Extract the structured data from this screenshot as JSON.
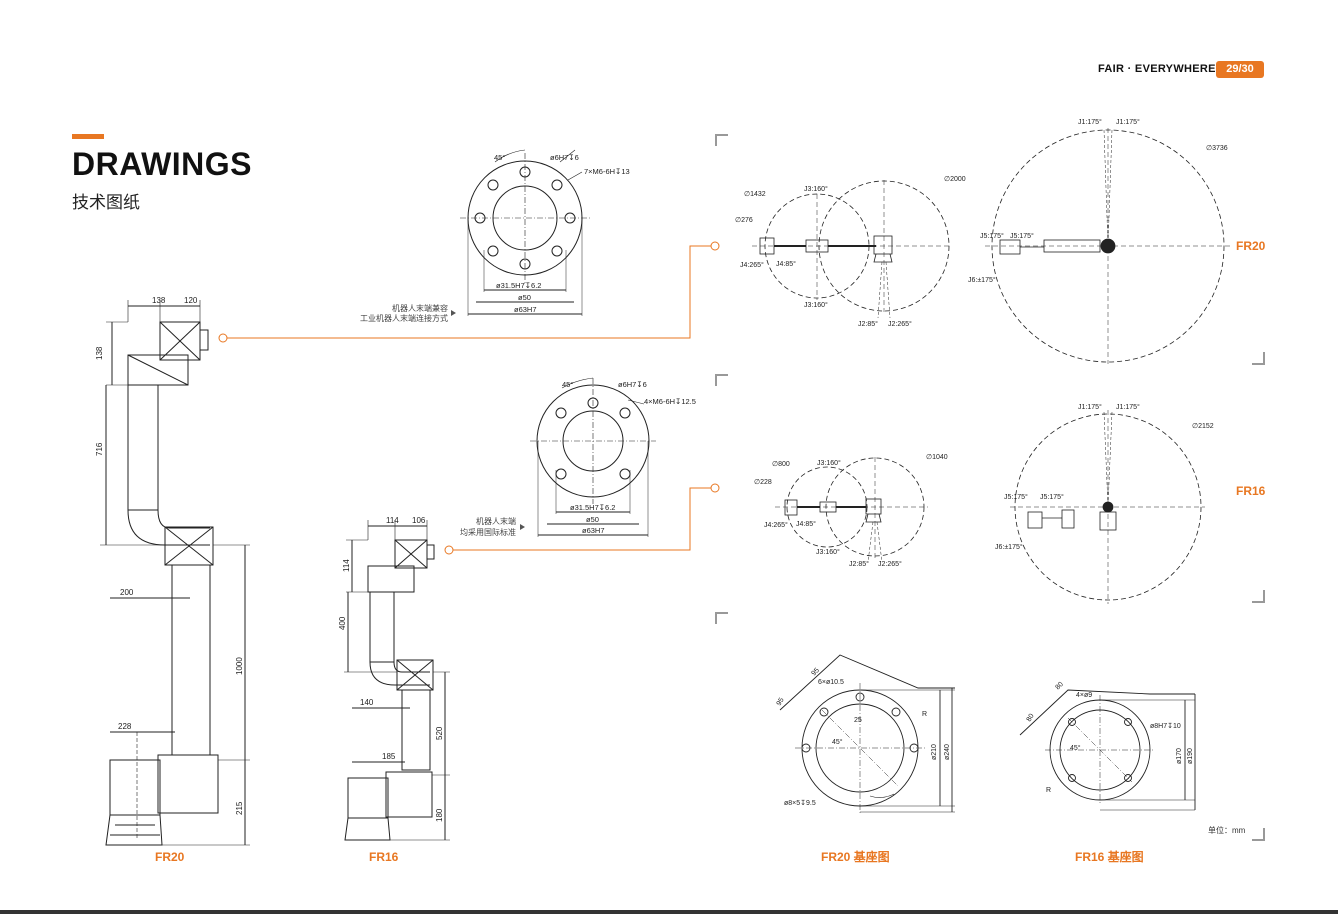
{
  "header": {
    "brand": "FAIR · EVERYWHERE",
    "page": "29/30"
  },
  "section": {
    "title": "DRAWINGS",
    "subtitle": "技术图纸"
  },
  "arms": {
    "fr20": {
      "label": "FR20",
      "dims": [
        "138",
        "120",
        "138",
        "716",
        "200",
        "1000",
        "228",
        "215"
      ]
    },
    "fr16": {
      "label": "FR16",
      "dims": [
        "114",
        "106",
        "114",
        "400",
        "140",
        "520",
        "185",
        "180"
      ]
    }
  },
  "flanges": {
    "fr20": {
      "note_line1": "机器人末端兼容",
      "note_line2": "工业机器人末端连接方式",
      "dims": [
        "45°",
        "ø6H7↧6",
        "7×M6-6H↧13",
        "ø31.5H7↧6.2",
        "ø50",
        "ø63H7"
      ]
    },
    "fr16": {
      "note_line1": "机器人末端",
      "note_line2": "均采用国际标准",
      "dims": [
        "45°",
        "ø6H7↧6",
        "4×M6-6H↧12.5",
        "ø31.5H7↧6.2",
        "ø50",
        "ø63H7"
      ]
    }
  },
  "workspace": {
    "fr20_side": {
      "dims": [
        "∅1432",
        "J3:160°",
        "∅2000",
        "∅276",
        "J4:265°",
        "J4:85°",
        "J3:160°",
        "J2:85°",
        "J2:265°"
      ]
    },
    "fr20_top": {
      "label": "FR20",
      "dims": [
        "J1:175°",
        "J1:175°",
        "∅3736",
        "J5:175°",
        "J5:175°",
        "J6:±175°"
      ]
    },
    "fr16_side": {
      "dims": [
        "∅800",
        "J3:160°",
        "∅1040",
        "∅228",
        "J4:265°",
        "J4:85°",
        "J3:160°",
        "J2:85°",
        "J2:265°"
      ]
    },
    "fr16_top": {
      "label": "FR16",
      "dims": [
        "J1:175°",
        "J1:175°",
        "∅2152",
        "J5:175°",
        "J5:175°",
        "J6:±175°"
      ]
    }
  },
  "bases": {
    "fr20": {
      "label": "FR20 基座图",
      "dims": [
        "95",
        "6×ø10.5",
        "95",
        "45°",
        "25",
        "R",
        "ø210",
        "ø240",
        "ø8×5↧9.5"
      ]
    },
    "fr16": {
      "label": "FR16 基座图",
      "dims": [
        "80",
        "4×ø9",
        "80",
        "45°",
        "ø8H7↧10",
        "ø170",
        "ø190",
        "R"
      ]
    }
  },
  "unit": "单位：mm",
  "colors": {
    "accent": "#e87722",
    "line": "#222222"
  }
}
